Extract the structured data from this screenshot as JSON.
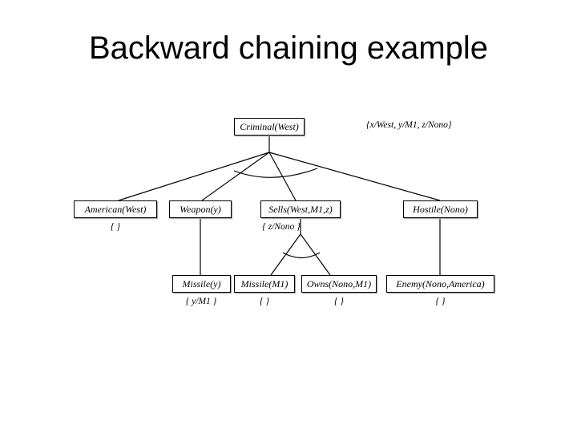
{
  "slide": {
    "title": "Backward chaining example",
    "background_color": "#ffffff",
    "text_color": "#000000"
  },
  "tree": {
    "root": {
      "label": "Criminal(West)",
      "substitution": "{x/West, y/M1, z/Nono}"
    },
    "level2": [
      {
        "label": "American(West)",
        "substitution": "{ }"
      },
      {
        "label": "Weapon(y)",
        "substitution": ""
      },
      {
        "label": "Sells(West,M1,z)",
        "substitution": "{ z/Nono }"
      },
      {
        "label": "Hostile(Nono)",
        "substitution": ""
      }
    ],
    "level3": [
      {
        "label": "Missile(y)",
        "substitution": "{ y/M1 }"
      },
      {
        "label": "Missile(M1)",
        "substitution": "{ }"
      },
      {
        "label": "Owns(Nono,M1)",
        "substitution": "{ }"
      },
      {
        "label": "Enemy(Nono,America)",
        "substitution": "{ }"
      }
    ]
  }
}
